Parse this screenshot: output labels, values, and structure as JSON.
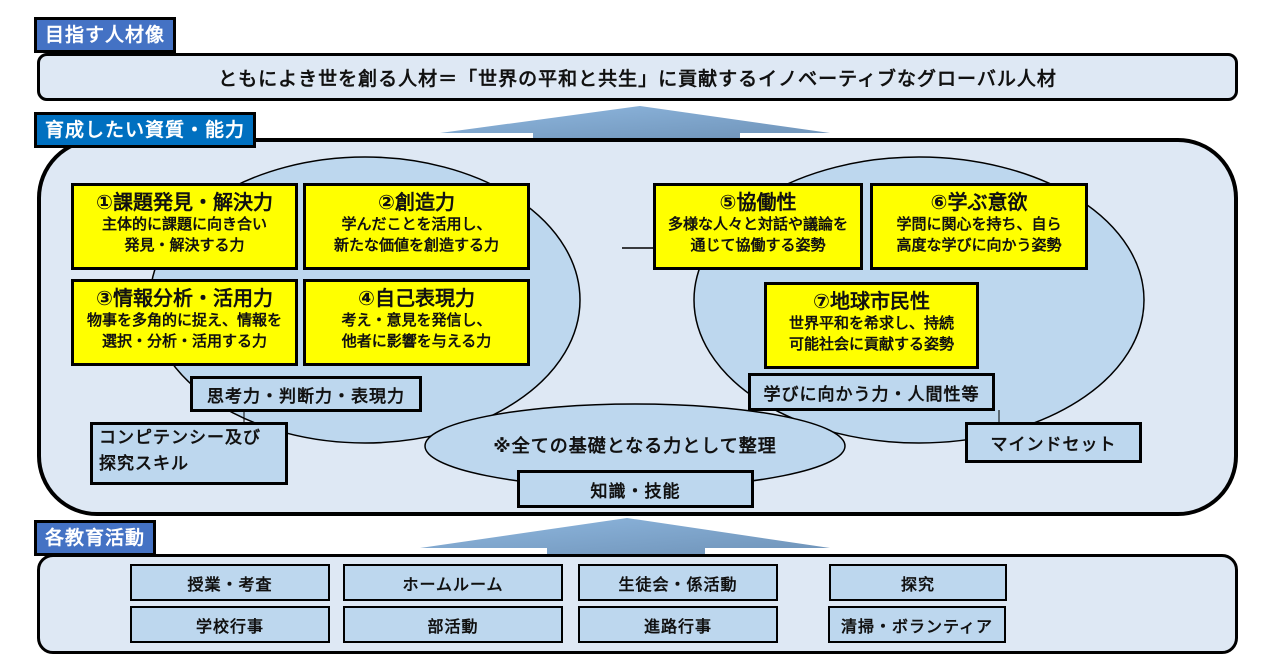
{
  "sections": {
    "goal": {
      "tab_label": "目指す人材像",
      "statement": "ともによき世を創る人材＝「世界の平和と共生」に貢献するイノベーティブなグローバル人材"
    },
    "abilities": {
      "tab_label": "育成したい資質・能力",
      "items": [
        {
          "title": "①課題発見・解決力",
          "desc1": "主体的に課題に向き合い",
          "desc2": "発見・解決する力"
        },
        {
          "title": "②創造力",
          "desc1": "学んだことを活用し、",
          "desc2": "新たな価値を創造する力"
        },
        {
          "title": "③情報分析・活用力",
          "desc1": "物事を多角的に捉え、情報を",
          "desc2": "選択・分析・活用する力"
        },
        {
          "title": "④自己表現力",
          "desc1": "考え・意見を発信し、",
          "desc2": "他者に影響を与える力"
        },
        {
          "title": "⑤協働性",
          "desc1": "多様な人々と対話や議論を",
          "desc2": "通じて協働する姿勢"
        },
        {
          "title": "⑥学ぶ意欲",
          "desc1": "学問に関心を持ち、自ら",
          "desc2": "高度な学びに向かう姿勢"
        },
        {
          "title": "⑦地球市民性",
          "desc1": "世界平和を希求し、持続",
          "desc2": "可能社会に貢献する姿勢"
        }
      ],
      "categories": {
        "thinking": "思考力・判断力・表現力",
        "humanity": "学びに向かう力・人間性等",
        "competency_line1": "コンピテンシー及び",
        "competency_line2": "探究スキル",
        "mindset": "マインドセット",
        "foundation_note": "※全ての基礎となる力として整理",
        "knowledge": "知識・技能"
      }
    },
    "activities": {
      "tab_label": "各教育活動",
      "items": [
        "授業・考査",
        "ホームルーム",
        "生徒会・係活動",
        "探究",
        "学校行事",
        "部活動",
        "進路行事",
        "清掃・ボランティア"
      ]
    }
  },
  "colors": {
    "tab_primary": "#4472c4",
    "tab_secondary": "#0070c0",
    "panel_fill": "#dee8f4",
    "ellipse_fill": "#bdd7ee",
    "highlight_box": "#ffff00",
    "arrow": "#7fa7cf"
  }
}
